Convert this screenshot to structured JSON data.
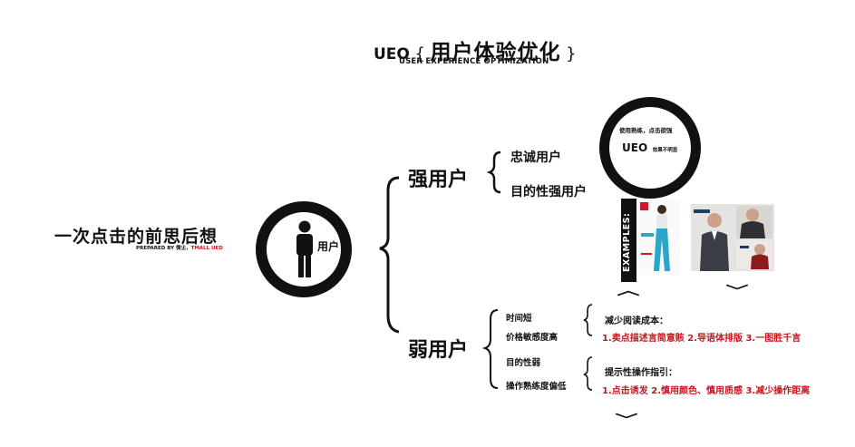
{
  "title": {
    "prefix": "UEO",
    "brace_open": "{",
    "main": "用户体验优化",
    "brace_close": "}",
    "subtitle": "USER EXPERIENCE OPTIMIZATION"
  },
  "left": {
    "label": "一次点击的前思后想",
    "prepared_by": "PREPARED BY 微尘，",
    "prepared_org": "TMALL UED"
  },
  "center": {
    "user_label": "用户"
  },
  "strong": {
    "label": "强用户",
    "items": [
      "忠诚用户",
      "目的性强用户"
    ],
    "ring": {
      "line1": "使用熟练，点击欲强",
      "ueo": "UEO",
      "effect": "效果不明显"
    },
    "examples_label": "EXAMPLES:"
  },
  "weak": {
    "label": "弱用户",
    "items": [
      "时间短",
      "价格敏感度高",
      "目的性弱",
      "操作熟练度偏低"
    ],
    "tips": [
      {
        "heading": "减少阅读成本：",
        "detail": "1.卖点描述言简意赅  2.导语体排版  3.一图胜千言"
      },
      {
        "heading": "提示性操作指引：",
        "detail": "1.点击诱发  2.慎用颜色、慎用质感  3.减少操作距离"
      }
    ]
  },
  "colors": {
    "ink": "#111111",
    "accent_red": "#c8141e"
  }
}
